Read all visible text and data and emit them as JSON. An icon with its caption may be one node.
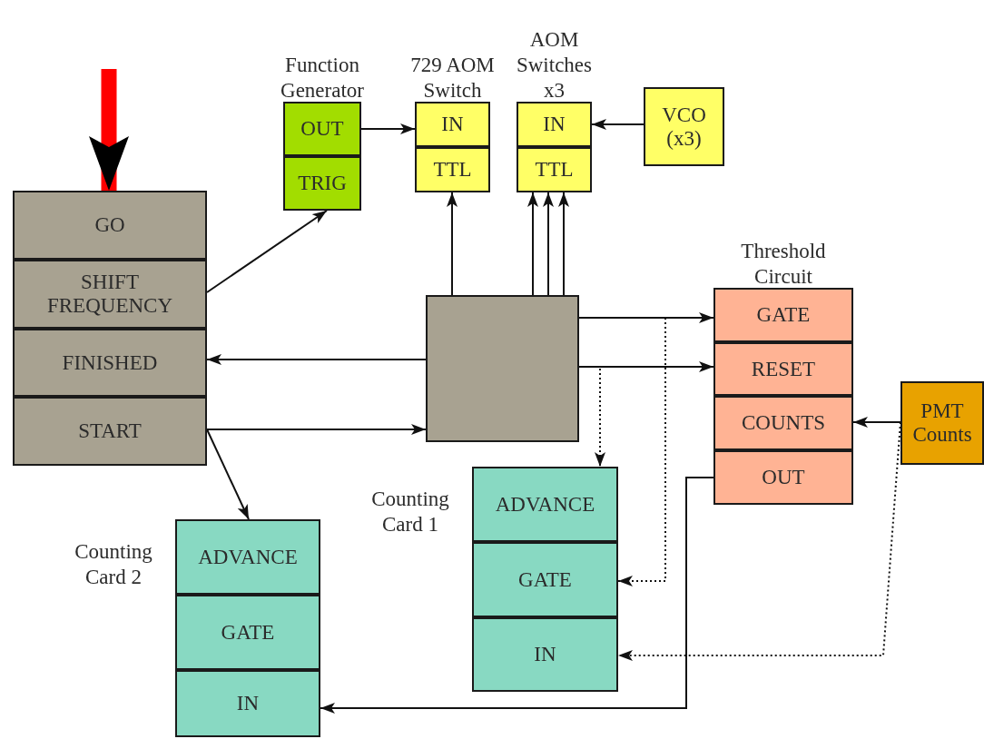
{
  "diagram": {
    "nodes": [
      {
        "text": [],
        "shape": "box"
      },
      {
        "text": [
          "GO"
        ],
        "in": 0
      },
      {
        "text": [
          "SHIFT FREQUENCY"
        ],
        "in": 0
      },
      {
        "text": [
          "FINISHED"
        ],
        "in": 0
      },
      {
        "text": [
          "START"
        ],
        "in": 0
      },
      {
        "text": [
          "Function Generator"
        ]
      },
      {
        "text": [
          "OUT"
        ],
        "in": 5
      },
      {
        "text": [
          "TRIG"
        ],
        "in": 5
      },
      {
        "text": [
          "729 AOM Switch"
        ]
      },
      {
        "text": [
          "IN"
        ],
        "in": 8
      },
      {
        "text": [
          "TTL"
        ],
        "in": 8
      },
      {
        "text": [
          "AOM Switches x3"
        ]
      },
      {
        "text": [
          "IN"
        ],
        "in": 11
      },
      {
        "text": [
          "TTL"
        ],
        "in": 11
      },
      {
        "text": [
          "VCO (x3)"
        ]
      },
      {
        "text": [
          "Threshold Circuit"
        ]
      },
      {
        "text": [
          "GATE"
        ],
        "in": 15
      },
      {
        "text": [
          "RESET"
        ],
        "in": 15
      },
      {
        "text": [
          "COUNTS"
        ],
        "in": 15
      },
      {
        "text": [
          "OUT"
        ],
        "in": 15
      },
      {
        "text": [],
        "shape": "box"
      },
      {
        "text": [
          "PMT Counts"
        ]
      },
      {
        "text": [
          "Counting Card 1"
        ]
      },
      {
        "text": [
          "ADVANCE"
        ],
        "in": 22
      },
      {
        "text": [
          "GATE"
        ],
        "in": 22
      },
      {
        "text": [
          "IN"
        ],
        "in": 22
      },
      {
        "text": [
          "Counting Card 2"
        ]
      },
      {
        "text": [
          "ADVANCE"
        ],
        "in": 26
      },
      {
        "text": [
          "GATE"
        ],
        "in": 26
      },
      {
        "text": [
          "IN"
        ],
        "in": 26
      }
    ],
    "edges": [
      {
        "from": null,
        "to": 1,
        "arrow": "to",
        "style": "thick",
        "color": "#ff0000"
      },
      {
        "from": 2,
        "to": 7,
        "arrow": "to"
      },
      {
        "from": 6,
        "to": 9,
        "arrow": "to"
      },
      {
        "from": 20,
        "to": 10,
        "arrow": "to"
      },
      {
        "from": 20,
        "to": 13,
        "arrow": "to"
      },
      {
        "from": 20,
        "to": 13,
        "arrow": "to"
      },
      {
        "from": 20,
        "to": 13,
        "arrow": "to"
      },
      {
        "from": 14,
        "to": 12,
        "arrow": "to"
      },
      {
        "from": 20,
        "to": 16,
        "arrow": "to"
      },
      {
        "from": 20,
        "to": 17,
        "arrow": "to"
      },
      {
        "from": 20,
        "to": 3,
        "arrow": "to"
      },
      {
        "from": 4,
        "to": 20,
        "arrow": "to"
      },
      {
        "from": 4,
        "to": 27,
        "arrow": "to"
      },
      {
        "from": 20,
        "to": 23,
        "arrow": "to",
        "style": "dashed"
      },
      {
        "from": 20,
        "to": 24,
        "arrow": "to",
        "style": "dashed"
      },
      {
        "from": 21,
        "to": 18,
        "arrow": "to"
      },
      {
        "from": 21,
        "to": 25,
        "arrow": "to",
        "style": "dashed"
      },
      {
        "from": 19,
        "to": 29,
        "arrow": "to"
      }
    ]
  }
}
